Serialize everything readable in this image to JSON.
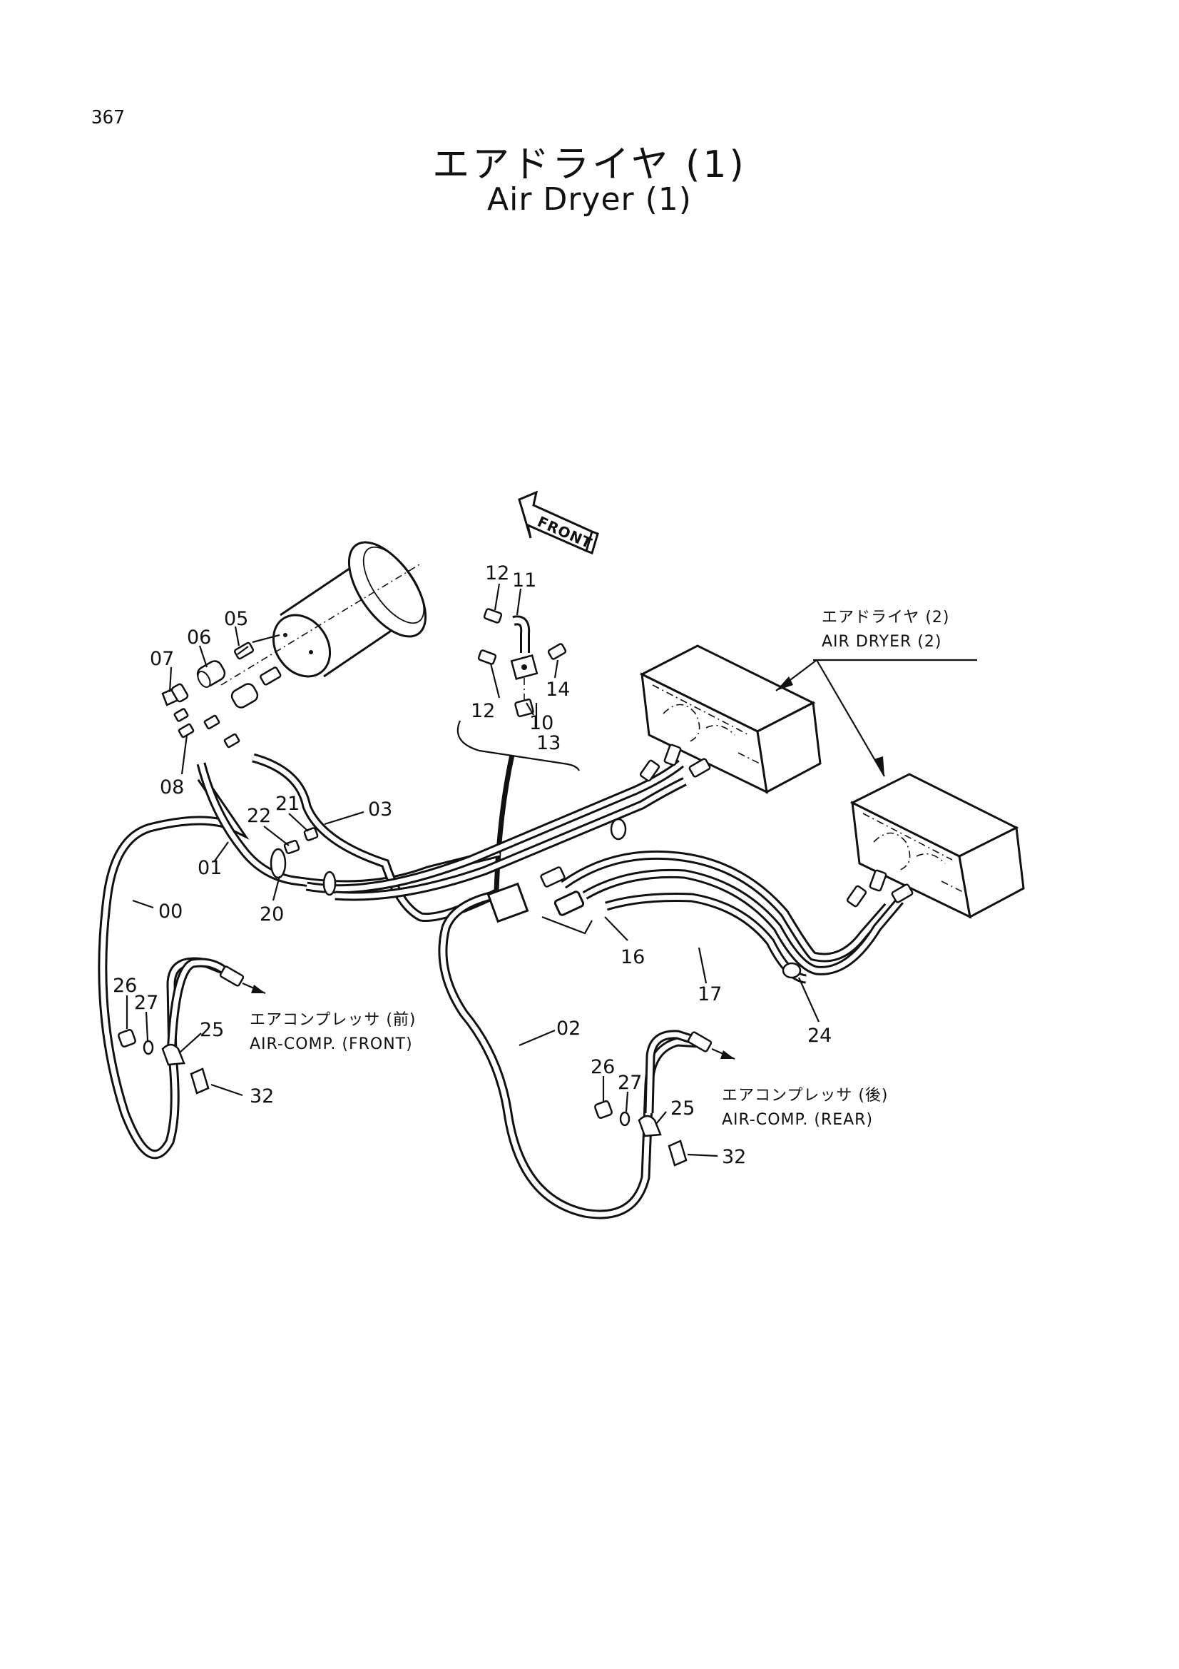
{
  "page": {
    "number": "367"
  },
  "title": {
    "japanese": "エアドライヤ (1)",
    "english": "Air Dryer (1)"
  },
  "front_marker": "FRONT",
  "callouts": [
    {
      "id": "c00",
      "label": "00"
    },
    {
      "id": "c01",
      "label": "01"
    },
    {
      "id": "c02",
      "label": "02"
    },
    {
      "id": "c03",
      "label": "03"
    },
    {
      "id": "c05",
      "label": "05"
    },
    {
      "id": "c06",
      "label": "06"
    },
    {
      "id": "c07",
      "label": "07"
    },
    {
      "id": "c08",
      "label": "08"
    },
    {
      "id": "c10",
      "label": "10"
    },
    {
      "id": "c11",
      "label": "11"
    },
    {
      "id": "c12a",
      "label": "12"
    },
    {
      "id": "c12b",
      "label": "12"
    },
    {
      "id": "c13",
      "label": "13"
    },
    {
      "id": "c14",
      "label": "14"
    },
    {
      "id": "c16",
      "label": "16"
    },
    {
      "id": "c17",
      "label": "17"
    },
    {
      "id": "c20",
      "label": "20"
    },
    {
      "id": "c21",
      "label": "21"
    },
    {
      "id": "c22",
      "label": "22"
    },
    {
      "id": "c24",
      "label": "24"
    },
    {
      "id": "c25a",
      "label": "25"
    },
    {
      "id": "c25b",
      "label": "25"
    },
    {
      "id": "c26a",
      "label": "26"
    },
    {
      "id": "c26b",
      "label": "26"
    },
    {
      "id": "c27a",
      "label": "27"
    },
    {
      "id": "c27b",
      "label": "27"
    },
    {
      "id": "c32a",
      "label": "32"
    },
    {
      "id": "c32b",
      "label": "32"
    }
  ],
  "annotations": {
    "air_dryer_2_jp": "エアドライヤ (2)",
    "air_dryer_2_en": "AIR DRYER (2)",
    "comp_front_jp": "エアコンプレッサ (前)",
    "comp_front_en": "AIR-COMP. (FRONT)",
    "comp_rear_jp": "エアコンプレッサ (後)",
    "comp_rear_en": "AIR-COMP. (REAR)"
  }
}
